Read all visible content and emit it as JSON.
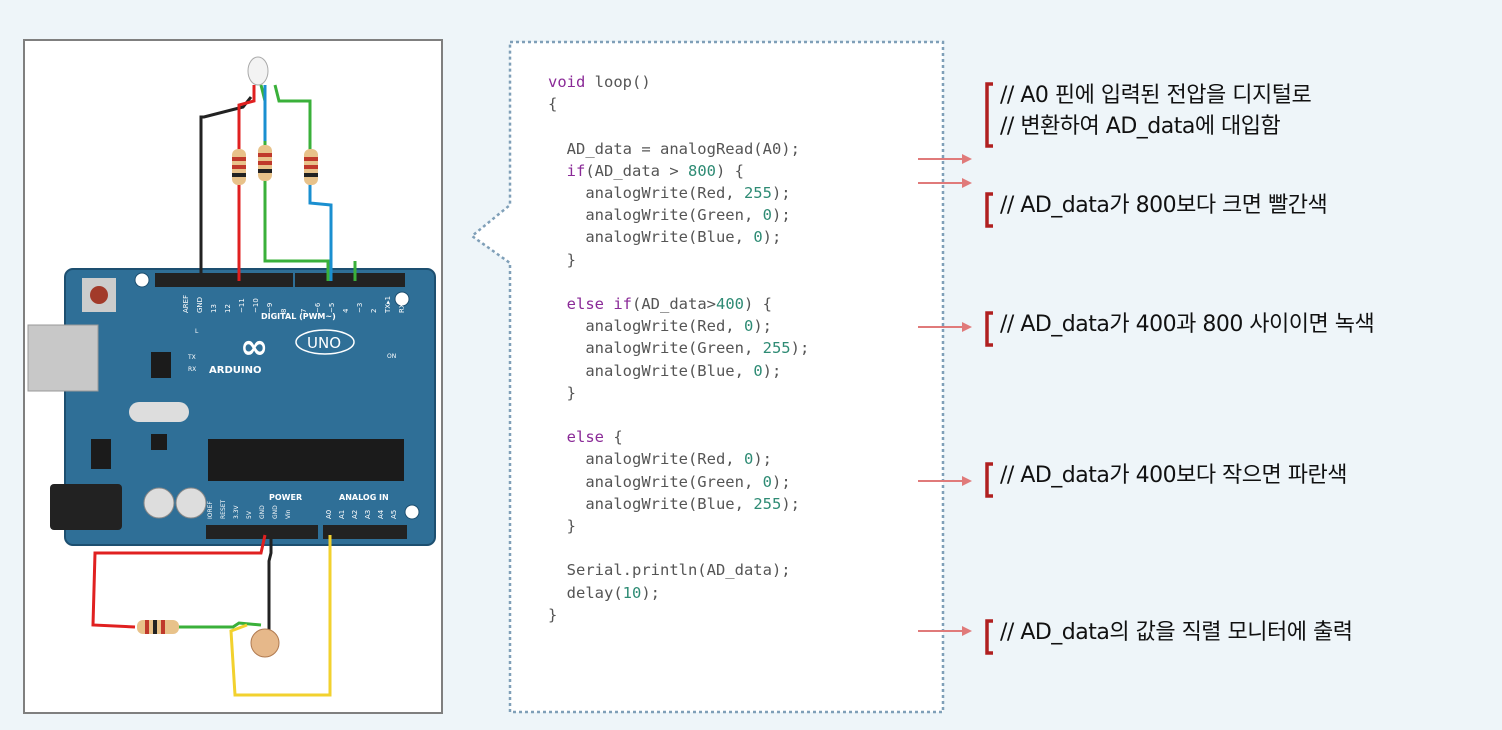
{
  "board": {
    "brand": "ARDUINO",
    "model": "UNO",
    "digital_label": "DIGITAL (PWM~)",
    "power_label": "POWER",
    "analog_label": "ANALOG IN",
    "on_label": "ON",
    "led_l": "L",
    "led_tx": "TX",
    "led_rx": "RX",
    "digital_pins": [
      "AREF",
      "GND",
      "13",
      "12",
      "~11",
      "~10",
      "~9",
      "8",
      "7",
      "~6",
      "~5",
      "4",
      "~3",
      "2",
      "TX▸1",
      "RX◂0"
    ],
    "power_pins": [
      "IOREF",
      "RESET",
      "3.3V",
      "5V",
      "GND",
      "GND",
      "Vin"
    ],
    "analog_pins": [
      "A0",
      "A1",
      "A2",
      "A3",
      "A4",
      "A5"
    ]
  },
  "code": {
    "lines": [
      [
        {
          "t": "void",
          "c": "kw"
        },
        {
          "t": " loop()",
          "c": ""
        }
      ],
      [
        {
          "t": "{",
          "c": ""
        }
      ],
      [],
      [
        {
          "t": "  AD_data = analogRead(A0);",
          "c": ""
        }
      ],
      [
        {
          "t": "  ",
          "c": ""
        },
        {
          "t": "if",
          "c": "kw"
        },
        {
          "t": "(AD_data > ",
          "c": ""
        },
        {
          "t": "800",
          "c": "num"
        },
        {
          "t": ") {",
          "c": ""
        }
      ],
      [
        {
          "t": "    analogWrite(Red, ",
          "c": ""
        },
        {
          "t": "255",
          "c": "num"
        },
        {
          "t": ");",
          "c": ""
        }
      ],
      [
        {
          "t": "    analogWrite(Green, ",
          "c": ""
        },
        {
          "t": "0",
          "c": "num"
        },
        {
          "t": ");",
          "c": ""
        }
      ],
      [
        {
          "t": "    analogWrite(Blue, ",
          "c": ""
        },
        {
          "t": "0",
          "c": "num"
        },
        {
          "t": ");",
          "c": ""
        }
      ],
      [
        {
          "t": "  }",
          "c": ""
        }
      ],
      [],
      [
        {
          "t": "  ",
          "c": ""
        },
        {
          "t": "else if",
          "c": "kw"
        },
        {
          "t": "(AD_data>",
          "c": ""
        },
        {
          "t": "400",
          "c": "num"
        },
        {
          "t": ") {",
          "c": ""
        }
      ],
      [
        {
          "t": "    analogWrite(Red, ",
          "c": ""
        },
        {
          "t": "0",
          "c": "num"
        },
        {
          "t": ");",
          "c": ""
        }
      ],
      [
        {
          "t": "    analogWrite(Green, ",
          "c": ""
        },
        {
          "t": "255",
          "c": "num"
        },
        {
          "t": ");",
          "c": ""
        }
      ],
      [
        {
          "t": "    analogWrite(Blue, ",
          "c": ""
        },
        {
          "t": "0",
          "c": "num"
        },
        {
          "t": ");",
          "c": ""
        }
      ],
      [
        {
          "t": "  }",
          "c": ""
        }
      ],
      [],
      [
        {
          "t": "  ",
          "c": ""
        },
        {
          "t": "else",
          "c": "kw"
        },
        {
          "t": " {",
          "c": ""
        }
      ],
      [
        {
          "t": "    analogWrite(Red, ",
          "c": ""
        },
        {
          "t": "0",
          "c": "num"
        },
        {
          "t": ");",
          "c": ""
        }
      ],
      [
        {
          "t": "    analogWrite(Green, ",
          "c": ""
        },
        {
          "t": "0",
          "c": "num"
        },
        {
          "t": ");",
          "c": ""
        }
      ],
      [
        {
          "t": "    analogWrite(Blue, ",
          "c": ""
        },
        {
          "t": "255",
          "c": "num"
        },
        {
          "t": ");",
          "c": ""
        }
      ],
      [
        {
          "t": "  }",
          "c": ""
        }
      ],
      [],
      [
        {
          "t": "  Serial.println(AD_data);",
          "c": ""
        }
      ],
      [
        {
          "t": "  delay(",
          "c": ""
        },
        {
          "t": "10",
          "c": "num"
        },
        {
          "t": ");",
          "c": ""
        }
      ],
      [
        {
          "t": "}",
          "c": ""
        }
      ]
    ]
  },
  "annotations": [
    {
      "lines": [
        "// A0 핀에 입력된 전압을 디지털로",
        "// 변환하여 AD_data에 대입함"
      ]
    },
    {
      "lines": [
        "// AD_data가 800보다 크면 빨간색"
      ]
    },
    {
      "lines": [
        "// AD_data가 400과 800 사이이면 녹색"
      ]
    },
    {
      "lines": [
        "// AD_data가 400보다 작으면 파란색"
      ]
    },
    {
      "lines": [
        "// AD_data의 값을 직렬 모니터에 출력"
      ]
    }
  ],
  "colors": {
    "board": "#2f6f97",
    "board_border": "#1d4f70",
    "wire_red": "#e02020",
    "wire_black": "#222222",
    "wire_blue": "#1a8fd0",
    "wire_green": "#3ab03a",
    "wire_yellow": "#f2d12e",
    "arrow": "#e07a7a",
    "bracket": "#b02020",
    "dotted_border": "#7f9fb8"
  }
}
